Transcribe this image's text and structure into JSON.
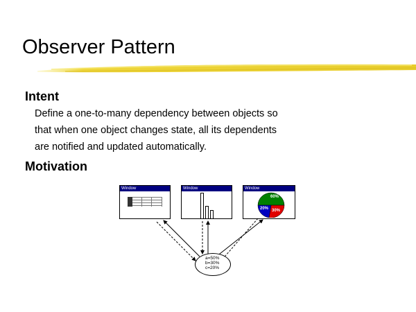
{
  "slide": {
    "title": "Observer Pattern",
    "intent_heading": "Intent",
    "intent_lines": [
      "Define a one-to-many dependency between objects so",
      "that when one object changes state, all its dependents",
      "are notified and updated automatically."
    ],
    "motivation_heading": "Motivation"
  },
  "diagram": {
    "windows": [
      {
        "title": "Window"
      },
      {
        "title": "Window"
      },
      {
        "title": "Window"
      }
    ],
    "bar_values": [
      60,
      30,
      20
    ],
    "pie": {
      "labels": [
        "60%",
        "20%",
        "30%"
      ],
      "colors": [
        "#008000",
        "#0000c0",
        "#e00000"
      ]
    },
    "subject_lines": [
      "a=50%",
      "b=30%",
      "c=20%"
    ]
  },
  "colors": {
    "titlebar": "#000080",
    "brush": "#e9d33a"
  }
}
